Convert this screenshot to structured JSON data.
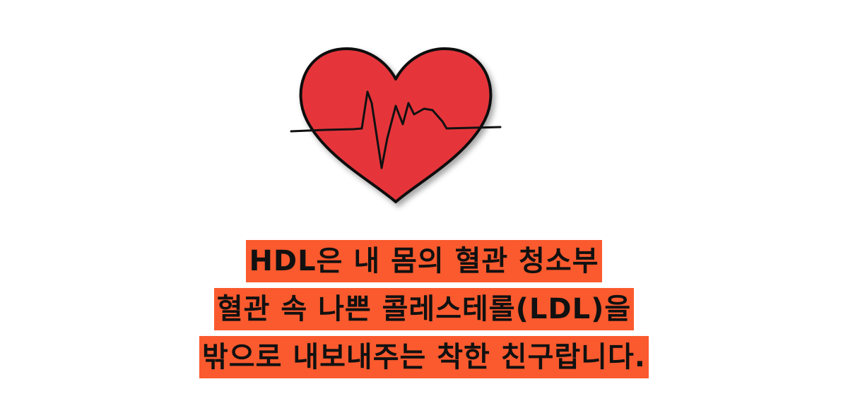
{
  "colors": {
    "heart_fill": "#e5343b",
    "outline": "#111111",
    "highlight": "#fa5a2e",
    "background": "#ffffff"
  },
  "illustration": {
    "icon": "heart-with-heartbeat-line-icon"
  },
  "caption": {
    "lines": [
      "HDL은 내 몸의 혈관 청소부",
      "혈관 속 나쁜 콜레스테롤(LDL)을",
      "밖으로 내보내주는 착한 친구랍니다."
    ]
  }
}
